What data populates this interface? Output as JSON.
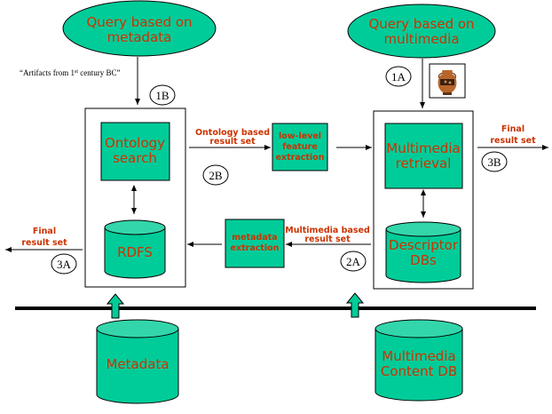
{
  "colors": {
    "node_fill": "#00cc99",
    "cylinder_top": "#33d6aa",
    "label_red": "#cc3300",
    "stroke": "#000000"
  },
  "queries": {
    "metadata": {
      "line1": "Query based on",
      "line2": "metadata"
    },
    "multimedia": {
      "line1": "Query based on",
      "line2": "multimedia"
    }
  },
  "query_example": "“Artifacts from 1st century BC”",
  "query_example_parts": {
    "before": "“Artifacts from 1",
    "sup": "st",
    "after": " century BC”"
  },
  "query_image": "greek-amphora-vase",
  "nodes": {
    "ontology_search": {
      "line1": "Ontology",
      "line2": "search"
    },
    "rdfs": "RDFS",
    "multimedia_retrieval": {
      "line1": "Multimedia",
      "line2": "retrieval"
    },
    "descriptor_dbs": {
      "line1": "Descriptor",
      "line2": "DBs"
    },
    "low_level": {
      "line1": "low-level",
      "line2": "feature",
      "line3": "extraction"
    },
    "metadata_extraction": {
      "line1": "metadata",
      "line2": "extraction"
    },
    "metadata_db": "Metadata",
    "multimedia_content_db": {
      "line1": "Multimedia",
      "line2": "Content DB"
    }
  },
  "edge_labels": {
    "ontology_result": {
      "line1": "Ontology based",
      "line2": "result set"
    },
    "multimedia_result": {
      "line1": "Multimedia based",
      "line2": "result set"
    },
    "final_left": {
      "line1": "Final",
      "line2": "result set"
    },
    "final_right": {
      "line1": "Final",
      "line2": "result set"
    }
  },
  "steps": {
    "s1A": "1A",
    "s1B": "1B",
    "s2A": "2A",
    "s2B": "2B",
    "s3A": "3A",
    "s3B": "3B"
  }
}
